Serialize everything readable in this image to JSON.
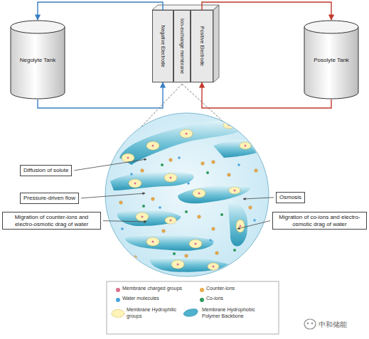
{
  "diagram": {
    "nodes": [
      {
        "text": [
          "Negolyte Tank"
        ]
      },
      {
        "text": [
          "Negative Electrode"
        ]
      },
      {
        "text": [
          "Ion-exchange membrane"
        ]
      },
      {
        "text": [
          "Positive Electrode"
        ]
      },
      {
        "text": [
          "Posolyte Tank"
        ]
      },
      {
        "text": [
          "Diffusion of solute"
        ]
      },
      {
        "text": [
          "Pressure-driven flow"
        ]
      },
      {
        "text": [
          "Migration of counter-ions and electro-osmotic drag of water"
        ]
      },
      {
        "text": [
          "Osmosis"
        ]
      },
      {
        "text": [
          "Migration of co-ions and electro-osmotic drag of water"
        ]
      }
    ],
    "edges": [
      {
        "from": 1,
        "to": 0,
        "arrow": "to"
      },
      {
        "from": 0,
        "to": 1,
        "arrow": "to"
      },
      {
        "from": 3,
        "to": 4,
        "arrow": "to"
      },
      {
        "from": 4,
        "to": 3,
        "arrow": "to"
      }
    ],
    "labels": [
      "中和储能"
    ],
    "legend": [
      {
        "text": "Membrane charged groups",
        "color": "#d9708f"
      },
      {
        "text": "Counter-ions",
        "color": "#e9a94a"
      },
      {
        "text": "Water molecules",
        "color": "#4aa6e0"
      },
      {
        "text": "Co-ions",
        "color": "#2e9b5c"
      },
      {
        "text": "Membrane Hydrophilic groups"
      },
      {
        "text": "Membrane Hydrophobic Polymer Backbone"
      }
    ]
  }
}
